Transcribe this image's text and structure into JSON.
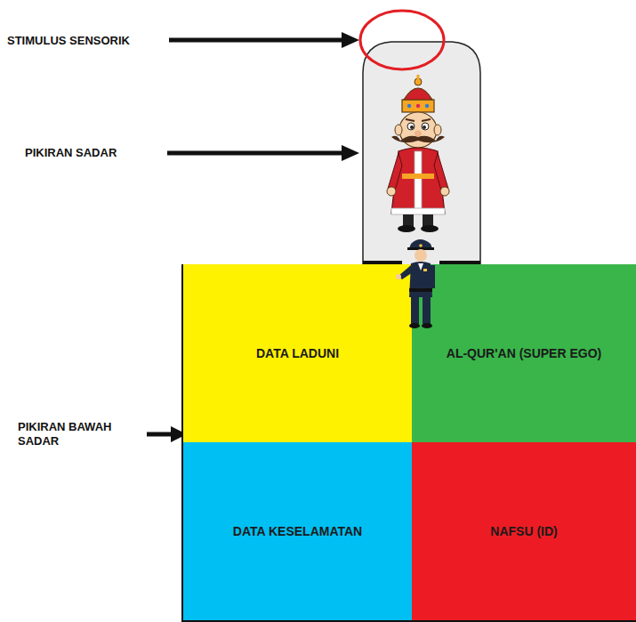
{
  "diagram": {
    "nodes": [
      {
        "text": [
          "DATA LADUNI"
        ]
      },
      {
        "text": [
          "AL-QUR'AN (SUPER EGO)"
        ]
      },
      {
        "text": [
          "DATA KESELAMATAN"
        ]
      },
      {
        "text": [
          "NAFSU (ID)"
        ]
      }
    ],
    "labels": [
      "STIMULUS SENSORIK",
      "PIKIRAN SADAR",
      "PIKIRAN BAWAH SADAR"
    ]
  }
}
